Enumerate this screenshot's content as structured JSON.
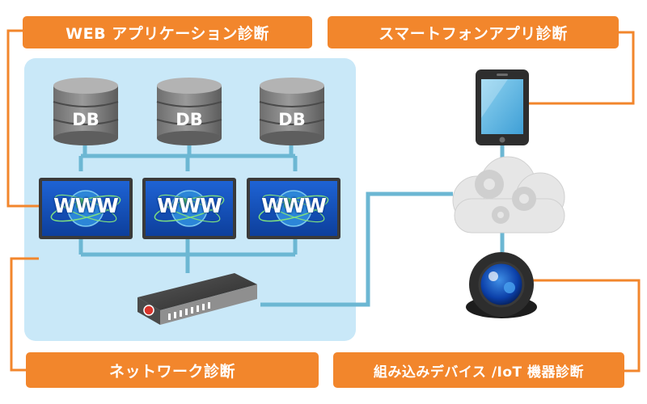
{
  "labels": {
    "web_app": "WEB アプリケーション診断",
    "smartphone_app": "スマートフォンアプリ診断",
    "network": "ネットワーク診断",
    "embedded_iot": "組み込みデバイス /IoT 機器診断"
  },
  "databases": [
    "DB",
    "DB",
    "DB"
  ],
  "web_servers": [
    "WWW",
    "WWW",
    "WWW"
  ],
  "colors": {
    "label_orange": "#f2862c",
    "panel_blue": "#c9e8f8",
    "connector_blue": "#6cb7d3",
    "db_gray": "#8a8a8a",
    "www_blue": "#1e5bc6"
  },
  "icons": [
    "database-icon",
    "www-globe-icon",
    "network-appliance-icon",
    "smartphone-icon",
    "cloud-gears-icon",
    "camera-icon"
  ]
}
